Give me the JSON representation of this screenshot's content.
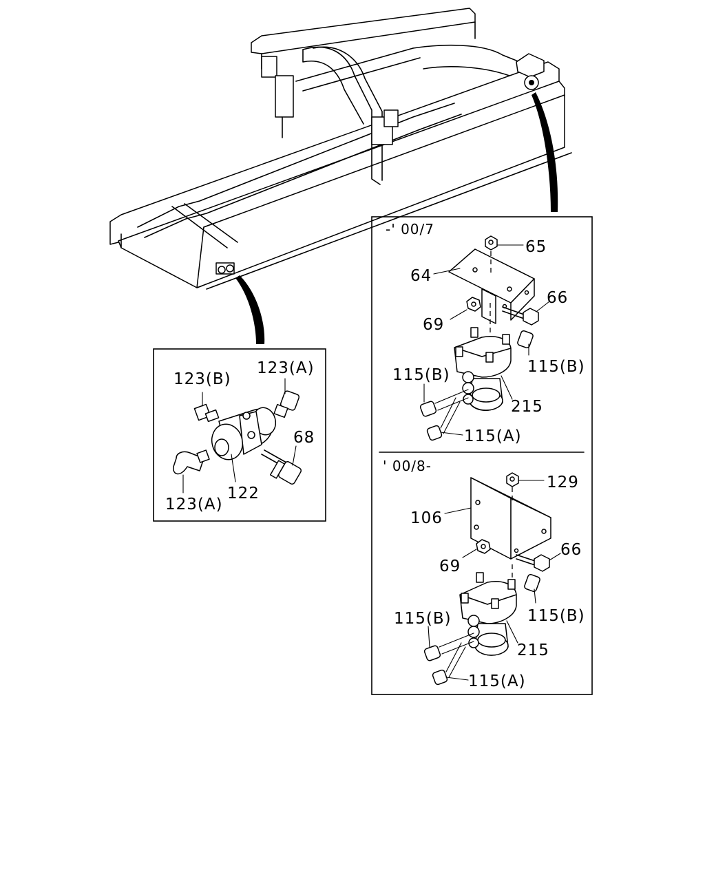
{
  "panels": {
    "upper_right": {
      "header": "-' 00/7",
      "labels": {
        "p65": "65",
        "p64": "64",
        "p66": "66",
        "p69": "69",
        "p115b_right": "115(B)",
        "p115b_left": "115(B)",
        "p215": "215",
        "p115a": "115(A)"
      }
    },
    "lower_right": {
      "header": "' 00/8-",
      "labels": {
        "p129": "129",
        "p106": "106",
        "p66": "66",
        "p69": "69",
        "p115b_right": "115(B)",
        "p115b_left": "115(B)",
        "p215": "215",
        "p115a": "115(A)"
      }
    },
    "left": {
      "labels": {
        "p123b": "123(B)",
        "p123a_top": "123(A)",
        "p68": "68",
        "p123a_bottom": "123(A)",
        "p122": "122"
      }
    }
  }
}
